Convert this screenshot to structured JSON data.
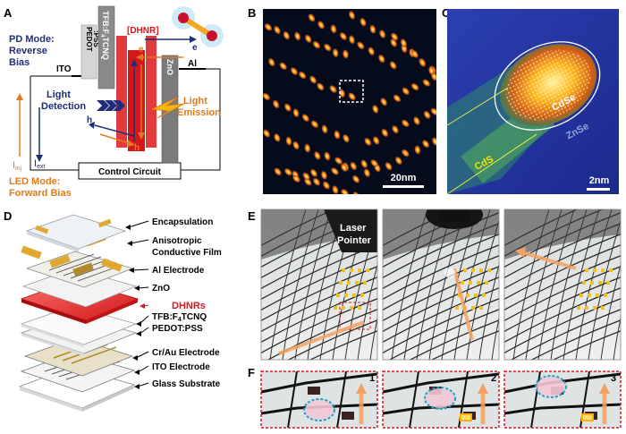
{
  "panels": {
    "A": {
      "letter": "A",
      "pd_mode_line1": "PD Mode:",
      "pd_mode_line2": "Reverse",
      "pd_mode_line3": "Bias",
      "ito": "ITO",
      "pedot": "PEDOT",
      "pss": ":PSS",
      "tfb": "TFB:F",
      "tfb_sub": "4",
      "tfb_end": "TCNQ",
      "dhnr": "[DHNR]",
      "zno": "ZnO",
      "al": "Al",
      "e_top": "e",
      "e_mid": "e",
      "h_left": "h",
      "h_bot": "h",
      "light_detection_1": "Light",
      "light_detection_2": "Detection",
      "light_emission_1": "Light",
      "light_emission_2": "Emission",
      "i_inj": "I",
      "i_inj_sub": "inj",
      "i_ext": "I",
      "i_ext_sub": "ext",
      "control_circuit": "Control Circuit",
      "led_mode_1": "LED Mode:",
      "led_mode_2": "Forward Bias"
    },
    "B": {
      "letter": "B",
      "scale": "20nm"
    },
    "C": {
      "letter": "C",
      "cdse": "CdSe",
      "znse": "ZnSe",
      "cds": "CdS",
      "scale": "2nm"
    },
    "D": {
      "letter": "D",
      "layers": [
        "Encapsulation",
        "Anisotropic",
        "Conductive Film",
        "Al Electrode",
        "ZnO",
        "DHNRs",
        "TFB:F",
        "PEDOT:PSS",
        "Cr/Au Electrode",
        "ITO Electrode",
        "Glass Substrate"
      ],
      "tfb_sub": "4",
      "tfb_end": "TCNQ"
    },
    "E": {
      "letter": "E",
      "laser_1": "Laser",
      "laser_2": "Pointer"
    },
    "F": {
      "letter": "F",
      "n1": "1",
      "n2": "2",
      "n3": "3"
    }
  },
  "colors": {
    "orange": "#e07a1c",
    "navy": "#1f2d7a",
    "red": "#d71920",
    "yellow": "#f5e400"
  }
}
